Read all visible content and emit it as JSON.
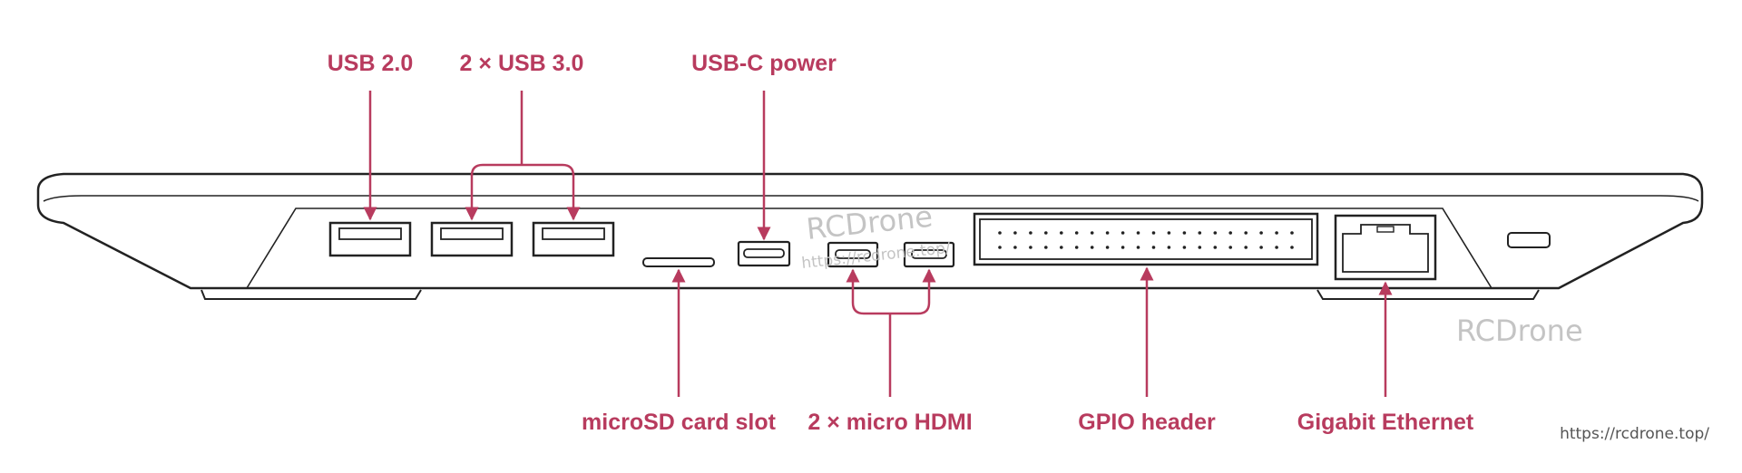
{
  "colors": {
    "accent": "#b83b5e",
    "outline": "#222222",
    "watermark": "#c4c4c4",
    "url": "#555555"
  },
  "labels": {
    "usb2": "USB 2.0",
    "usb3": "2 × USB 3.0",
    "usbc": "USB-C power",
    "microsd": "microSD card slot",
    "hdmi": "2 × micro HDMI",
    "gpio": "GPIO header",
    "ethernet": "Gigabit Ethernet"
  },
  "watermark": {
    "brand": "RCDrone",
    "brand_url": "https://rcdrone.top/"
  },
  "footer": {
    "url": "https://rcdrone.top/"
  }
}
